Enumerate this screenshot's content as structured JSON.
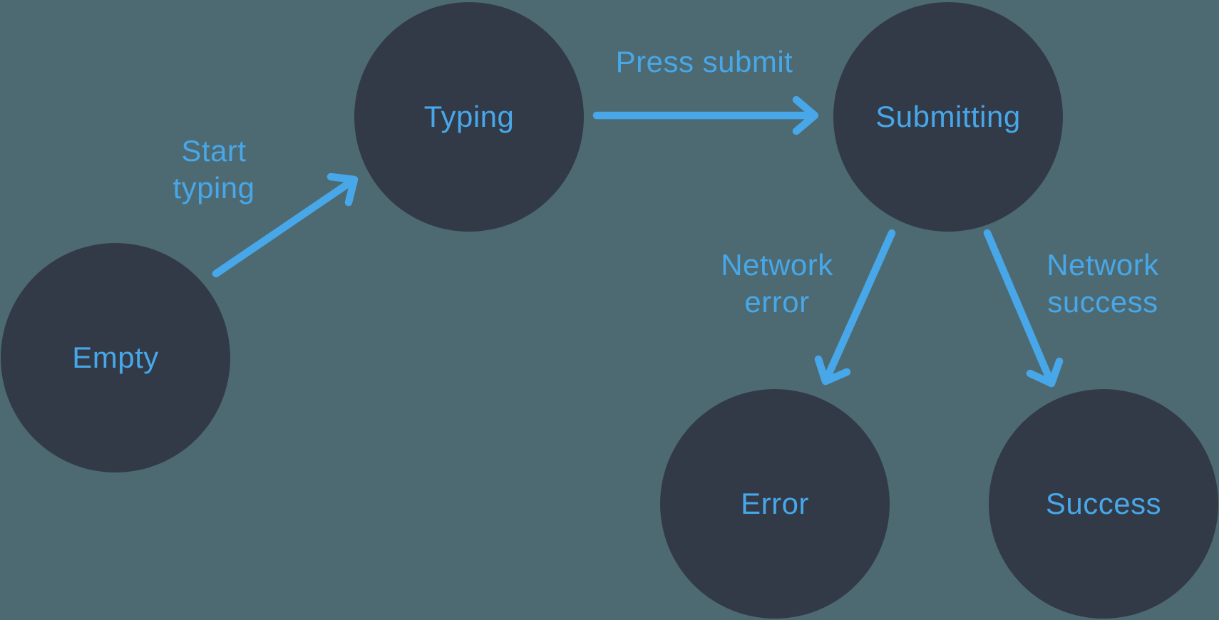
{
  "colors": {
    "background": "#4D6A72",
    "node": "#323A48",
    "accent": "#47A7E8"
  },
  "states": [
    {
      "id": "empty",
      "label": "Empty"
    },
    {
      "id": "typing",
      "label": "Typing"
    },
    {
      "id": "submitting",
      "label": "Submitting"
    },
    {
      "id": "error",
      "label": "Error"
    },
    {
      "id": "success",
      "label": "Success"
    }
  ],
  "transitions": [
    {
      "from": "empty",
      "to": "typing",
      "label": "Start typing"
    },
    {
      "from": "typing",
      "to": "submitting",
      "label": "Press submit"
    },
    {
      "from": "submitting",
      "to": "error",
      "label": "Network error"
    },
    {
      "from": "submitting",
      "to": "success",
      "label": "Network success"
    }
  ]
}
